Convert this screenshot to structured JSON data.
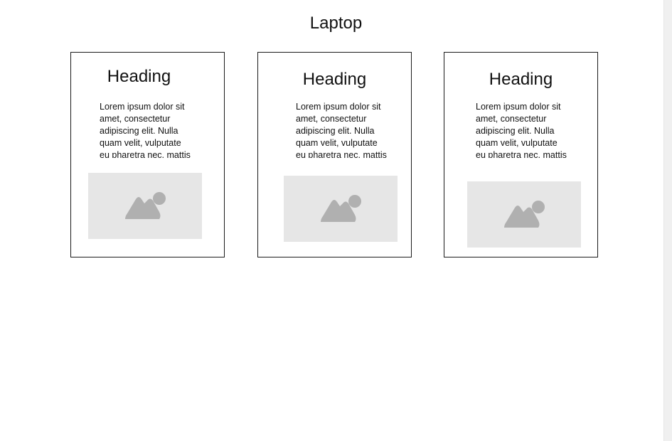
{
  "page": {
    "title": "Laptop"
  },
  "cards": [
    {
      "heading": "Heading",
      "text": "Lorem ipsum dolor sit amet, consectetur adipiscing elit. Nulla quam velit, vulputate eu pharetra nec, mattis",
      "image_icon": "image-placeholder-icon"
    },
    {
      "heading": "Heading",
      "text": "Lorem ipsum dolor sit amet, consectetur adipiscing elit. Nulla quam velit, vulputate eu pharetra nec, mattis",
      "image_icon": "image-placeholder-icon"
    },
    {
      "heading": "Heading",
      "text": "Lorem ipsum dolor sit amet, consectetur adipiscing elit. Nulla quam velit, vulputate eu pharetra nec, mattis",
      "image_icon": "image-placeholder-icon"
    }
  ],
  "colors": {
    "placeholder_bg": "#e6e6e6",
    "placeholder_icon": "#b0b0b0",
    "card_border": "#1a1a1a"
  }
}
